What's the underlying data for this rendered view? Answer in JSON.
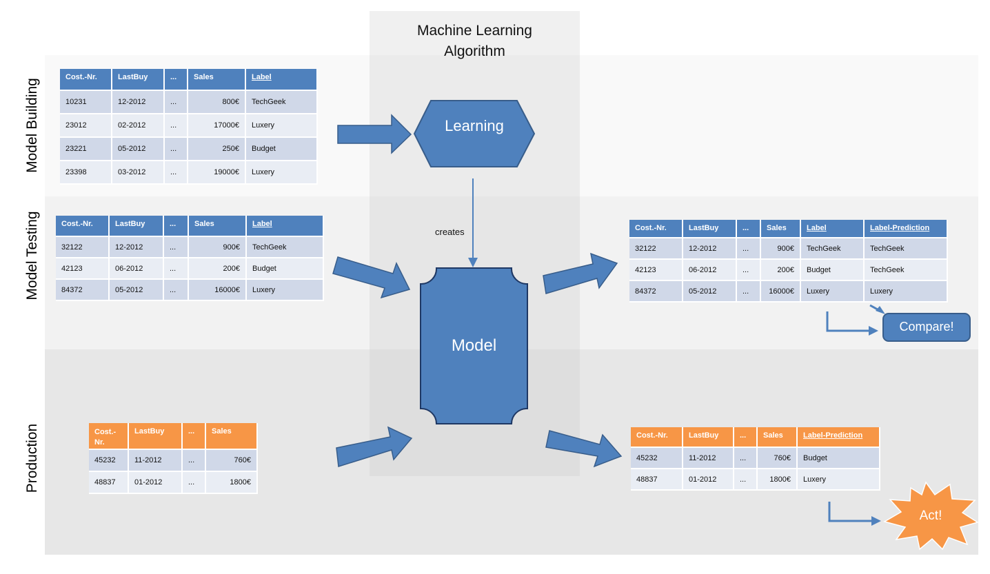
{
  "algorithm_title": [
    "Machine Learning",
    "Algorithm"
  ],
  "row_labels": {
    "model_building": "Model Building",
    "model_testing": "Model Testing",
    "production": "Production"
  },
  "learning_label": "Learning",
  "model_label": "Model",
  "creates_label": "creates",
  "compare_label": "Compare!",
  "act_label": "Act!",
  "colors": {
    "blue": "#4f81bd",
    "orange": "#f79646",
    "row_odd": "#d0d8e8",
    "row_even": "#e9edf4"
  },
  "tables": {
    "training": {
      "headers": [
        "Cost.-Nr.",
        "LastBuy",
        "...",
        "Sales",
        "Label"
      ],
      "rows": [
        [
          "10231",
          "12-2012",
          "...",
          "800€",
          "TechGeek"
        ],
        [
          "23012",
          "02-2012",
          "...",
          "17000€",
          "Luxery"
        ],
        [
          "23221",
          "05-2012",
          "...",
          "250€",
          "Budget"
        ],
        [
          "23398",
          "03-2012",
          "...",
          "19000€",
          "Luxery"
        ]
      ]
    },
    "test_input": {
      "headers": [
        "Cost.-Nr.",
        "LastBuy",
        "...",
        "Sales",
        "Label"
      ],
      "rows": [
        [
          "32122",
          "12-2012",
          "...",
          "900€",
          "TechGeek"
        ],
        [
          "42123",
          "06-2012",
          "...",
          "200€",
          "Budget"
        ],
        [
          "84372",
          "05-2012",
          "...",
          "16000€",
          "Luxery"
        ]
      ]
    },
    "test_output": {
      "headers": [
        "Cost.-Nr.",
        "LastBuy",
        "...",
        "Sales",
        "Label",
        "Label-Prediction"
      ],
      "rows": [
        [
          "32122",
          "12-2012",
          "...",
          "900€",
          "TechGeek",
          "TechGeek"
        ],
        [
          "42123",
          "06-2012",
          "...",
          "200€",
          "Budget",
          "TechGeek"
        ],
        [
          "84372",
          "05-2012",
          "...",
          "16000€",
          "Luxery",
          "Luxery"
        ]
      ]
    },
    "production_input": {
      "headers": [
        "Cost.-Nr.",
        "LastBuy",
        "...",
        "Sales"
      ],
      "rows": [
        [
          "45232",
          "11-2012",
          "...",
          "760€"
        ],
        [
          "48837",
          "01-2012",
          "...",
          "1800€"
        ]
      ]
    },
    "production_output": {
      "headers": [
        "Cost.-Nr.",
        "LastBuy",
        "...",
        "Sales",
        "Label-Prediction"
      ],
      "rows": [
        [
          "45232",
          "11-2012",
          "...",
          "760€",
          "Budget"
        ],
        [
          "48837",
          "01-2012",
          "...",
          "1800€",
          "Luxery"
        ]
      ]
    }
  }
}
